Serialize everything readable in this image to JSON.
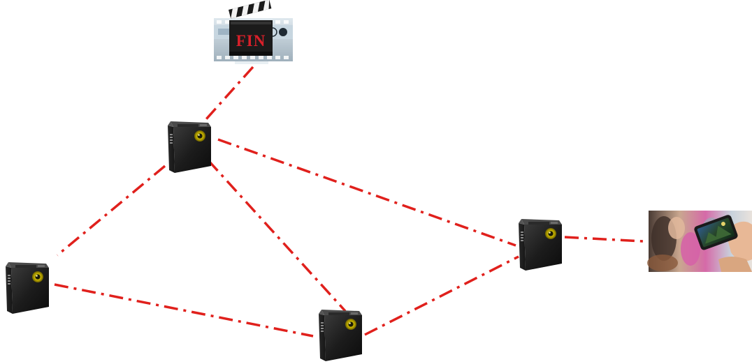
{
  "diagram": {
    "link_color": "#e0201c",
    "clapper": {
      "icon": "film-clapperboard-icon",
      "label": "FIN",
      "label_color": "#d8202a"
    },
    "phone": {
      "icon": "smartphone-in-hand-photo"
    },
    "devices": [
      {
        "id": "device-a",
        "icon": "camera-box-device-icon"
      },
      {
        "id": "device-b",
        "icon": "camera-box-device-icon"
      },
      {
        "id": "device-c",
        "icon": "camera-box-device-icon"
      },
      {
        "id": "device-d",
        "icon": "camera-box-device-icon"
      }
    ],
    "links": [
      {
        "from": "clapper",
        "to": "device-a"
      },
      {
        "from": "device-a",
        "to": "device-b"
      },
      {
        "from": "device-a",
        "to": "device-c"
      },
      {
        "from": "device-a",
        "to": "device-d"
      },
      {
        "from": "device-b",
        "to": "device-c"
      },
      {
        "from": "device-c",
        "to": "device-d"
      },
      {
        "from": "device-d",
        "to": "phone"
      }
    ]
  }
}
